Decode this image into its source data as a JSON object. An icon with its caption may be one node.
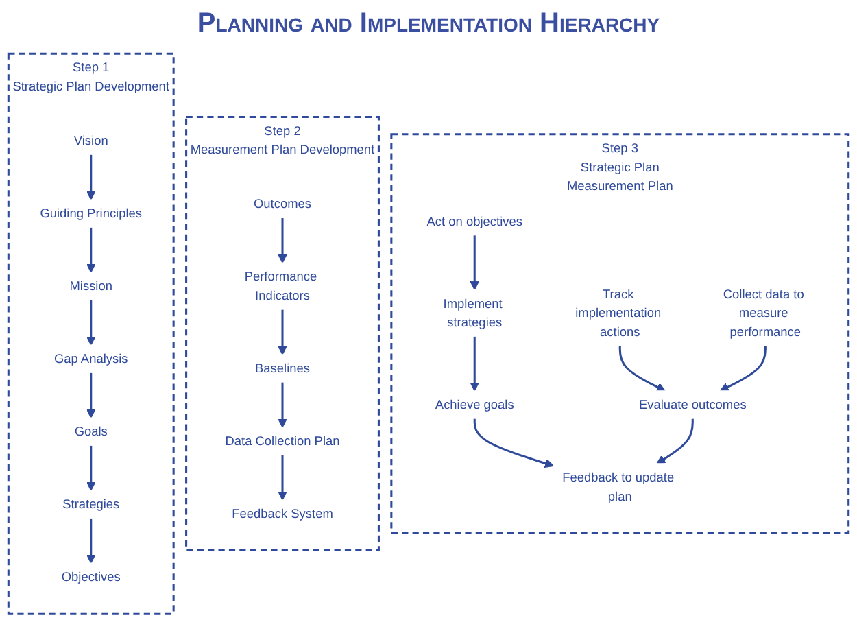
{
  "diagram": {
    "title": "Planning and Implementation Hierarchy",
    "nodes": [
      {
        "text": [
          "Step 1",
          "Strategic Plan Development"
        ]
      },
      {
        "text": [
          "Vision"
        ],
        "in": 0
      },
      {
        "text": [
          "Guiding Principles"
        ],
        "in": 0
      },
      {
        "text": [
          "Mission"
        ],
        "in": 0
      },
      {
        "text": [
          "Gap Analysis"
        ],
        "in": 0
      },
      {
        "text": [
          "Goals"
        ],
        "in": 0
      },
      {
        "text": [
          "Strategies"
        ],
        "in": 0
      },
      {
        "text": [
          "Objectives"
        ],
        "in": 0
      },
      {
        "text": [
          "Step 2",
          "Measurement Plan Development"
        ]
      },
      {
        "text": [
          "Outcomes"
        ],
        "in": 8
      },
      {
        "text": [
          "Performance Indicators"
        ],
        "in": 8
      },
      {
        "text": [
          "Baselines"
        ],
        "in": 8
      },
      {
        "text": [
          "Data Collection Plan"
        ],
        "in": 8
      },
      {
        "text": [
          "Feedback System"
        ],
        "in": 8
      },
      {
        "text": [
          "Step 3",
          "Strategic Plan",
          "Measurement Plan"
        ]
      },
      {
        "text": [
          "Act on objectives"
        ],
        "in": 14
      },
      {
        "text": [
          "Implement strategies"
        ],
        "in": 14
      },
      {
        "text": [
          "Achieve goals"
        ],
        "in": 14
      },
      {
        "text": [
          "Track implementation actions"
        ],
        "in": 14
      },
      {
        "text": [
          "Collect data to measure performance"
        ],
        "in": 14
      },
      {
        "text": [
          "Evaluate outcomes"
        ],
        "in": 14
      },
      {
        "text": [
          "Feedback to update plan"
        ],
        "in": 14
      }
    ],
    "edges": [
      {
        "from": 1,
        "to": 2,
        "arrow": "to"
      },
      {
        "from": 2,
        "to": 3,
        "arrow": "to"
      },
      {
        "from": 3,
        "to": 4,
        "arrow": "to"
      },
      {
        "from": 4,
        "to": 5,
        "arrow": "to"
      },
      {
        "from": 5,
        "to": 6,
        "arrow": "to"
      },
      {
        "from": 6,
        "to": 7,
        "arrow": "to"
      },
      {
        "from": 9,
        "to": 10,
        "arrow": "to"
      },
      {
        "from": 10,
        "to": 11,
        "arrow": "to"
      },
      {
        "from": 11,
        "to": 12,
        "arrow": "to"
      },
      {
        "from": 12,
        "to": 13,
        "arrow": "to"
      },
      {
        "from": 15,
        "to": 16,
        "arrow": "to"
      },
      {
        "from": 16,
        "to": 17,
        "arrow": "to"
      },
      {
        "from": 18,
        "to": 20,
        "arrow": "to"
      },
      {
        "from": 19,
        "to": 20,
        "arrow": "to"
      },
      {
        "from": 17,
        "to": 21,
        "arrow": "to"
      },
      {
        "from": 20,
        "to": 21,
        "arrow": "to"
      }
    ]
  }
}
